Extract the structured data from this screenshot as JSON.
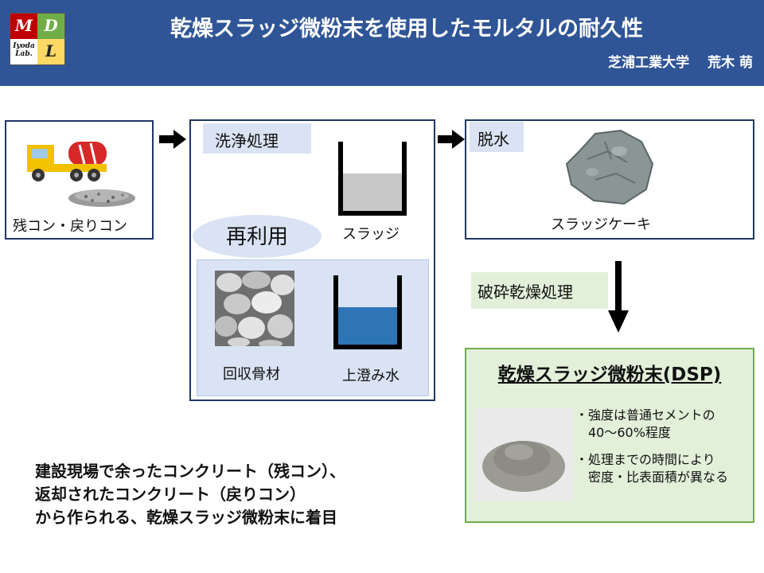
{
  "header": {
    "title": "乾燥スラッジ微粉末を使用したモルタルの耐久性",
    "author": "芝浦工業大学　 荒木 萌",
    "logo_letters": [
      "M",
      "D",
      "L"
    ],
    "logo_lab": "Iyoda Lab."
  },
  "flow": {
    "source_label": "残コン・戻りコン",
    "wash_title": "洗浄処理",
    "reuse_label": "再利用",
    "sludge_label": "スラッジ",
    "recovered_aggregate_label": "回収骨材",
    "supernatant_label": "上澄み水",
    "dewater_title": "脱水",
    "cake_label": "スラッジケーキ",
    "crush_dry_label": "破砕乾燥処理"
  },
  "dsp": {
    "title": "乾燥スラッジ微粉末(DSP)",
    "bullet1_line1": "・強度は普通セメントの",
    "bullet1_line2": "40～60%程度",
    "bullet2_line1": "・処理までの時間により",
    "bullet2_line2": "密度・比表面積が異なる"
  },
  "summary": {
    "line1": "建設現場で余ったコンクリート（残コン）、",
    "line2": "返却されたコンクリート（戻りコン）",
    "line3": "から作られる、乾燥スラッジ微粉末に着目"
  },
  "colors": {
    "header_bg": "#2f5597",
    "box_border": "#1f3864",
    "panel_blue": "#dae3f3",
    "panel_green": "#e2f0d9",
    "water_blue": "#2e75b6",
    "sludge_gray": "#c8c8c8",
    "dsp_border": "#70ad47"
  }
}
